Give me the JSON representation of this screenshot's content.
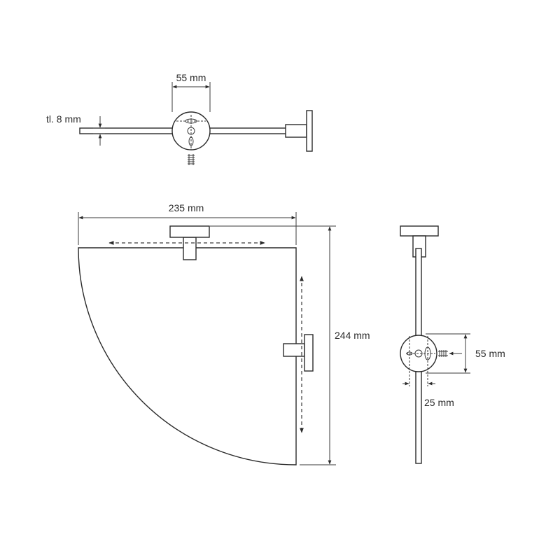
{
  "dimensions": {
    "top_connector_width": "55 mm",
    "glass_thickness": "tl. 8 mm",
    "shelf_width": "235 mm",
    "shelf_depth": "244 mm",
    "side_connector_height": "55 mm",
    "side_connector_offset": "25 mm"
  },
  "icons": {
    "screw": "screw-icon",
    "connector": "round-clamp-icon",
    "wall_mount": "wall-bracket-icon"
  }
}
